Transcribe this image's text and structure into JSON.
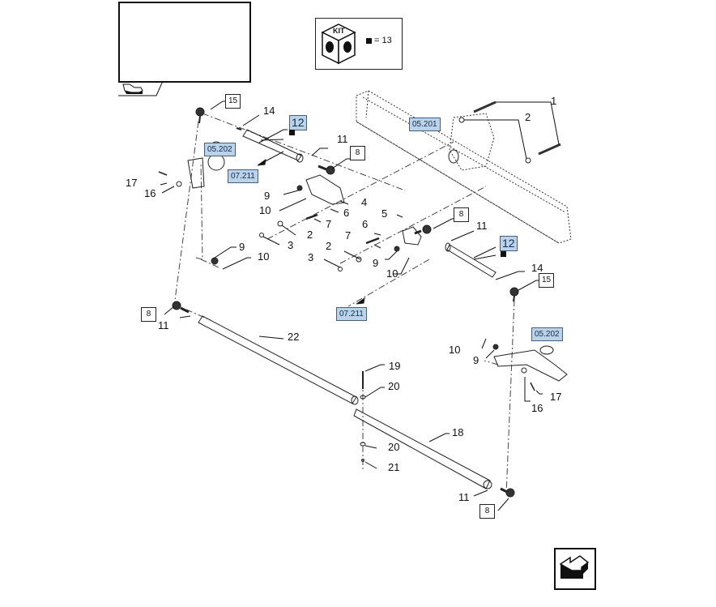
{
  "diagram": {
    "title": "Steering tie rod assembly - exploded parts view",
    "kit_legend": {
      "badge_text": "KIT",
      "equals_text": "= 13"
    },
    "cross_refs": {
      "frame_axle": "05.201",
      "steering_knuckle_left": "05.202",
      "steering_knuckle_right": "05.202",
      "cylinder_ref_upper": "07.211",
      "cylinder_ref_lower": "07.211"
    },
    "callouts": {
      "c1": "1",
      "c2a": "2",
      "c2b": "2",
      "c2c": "2",
      "c3a": "3",
      "c3b": "3",
      "c4": "4",
      "c5": "5",
      "c6a": "6",
      "c6b": "6",
      "c7a": "7",
      "c7b": "7",
      "c8a": "8",
      "c8b": "8",
      "c8c": "8",
      "c8d": "8",
      "c9a": "9",
      "c9b": "9",
      "c9c": "9",
      "c9d": "9",
      "c10a": "10",
      "c10b": "10",
      "c10c": "10",
      "c10d": "10",
      "c11a": "11",
      "c11b": "11",
      "c11c": "11",
      "c11d": "11",
      "c12a": "12",
      "c12b": "12",
      "c14a": "14",
      "c14b": "14",
      "c15a": "15",
      "c15b": "15",
      "c16a": "16",
      "c16b": "16",
      "c17a": "17",
      "c17b": "17",
      "c18": "18",
      "c19": "19",
      "c20a": "20",
      "c20b": "20",
      "c21": "21",
      "c22": "22"
    },
    "icons": {
      "previous_view": "hand-pointing-icon",
      "next_view": "arrow-back-icon",
      "kit": "kit-cube-icon"
    }
  }
}
